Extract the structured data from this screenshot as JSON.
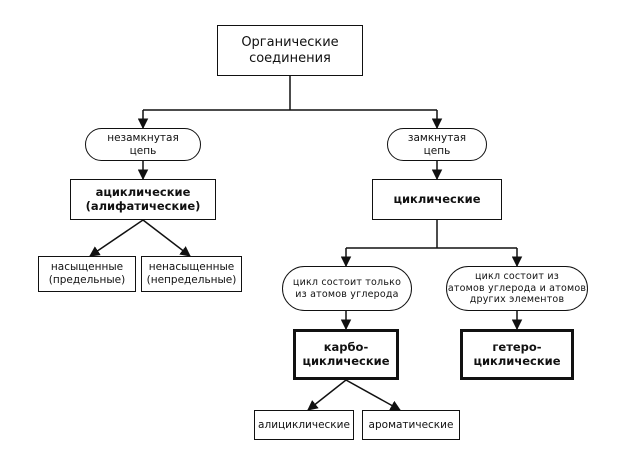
{
  "nodes": {
    "root": {
      "line1": "Органические",
      "line2": "соединения"
    },
    "open_chain": {
      "line1": "незамкнутая",
      "line2": "цепь"
    },
    "closed_chain": {
      "line1": "замкнутая",
      "line2": "цепь"
    },
    "acyclic": {
      "line1": "ациклические",
      "line2": "(алифатические)"
    },
    "cyclic": {
      "line1": "циклические"
    },
    "saturated": {
      "line1": "насыщенные",
      "line2": "(предельные)"
    },
    "unsaturated": {
      "line1": "ненасыщенные",
      "line2": "(непредельные)"
    },
    "carbon_only": {
      "line1": "цикл состоит только",
      "line2": "из атомов углерода"
    },
    "hetero_atoms": {
      "line1": "цикл состоит из",
      "line2": "атомов углерода и атомов",
      "line3": "других элементов"
    },
    "carbocyclic": {
      "line1": "карбо-",
      "line2": "циклические"
    },
    "heterocyclic": {
      "line1": "гетеро-",
      "line2": "циклические"
    },
    "alicyclic": {
      "line1": "алициклические"
    },
    "aromatic": {
      "line1": "ароматические"
    }
  }
}
